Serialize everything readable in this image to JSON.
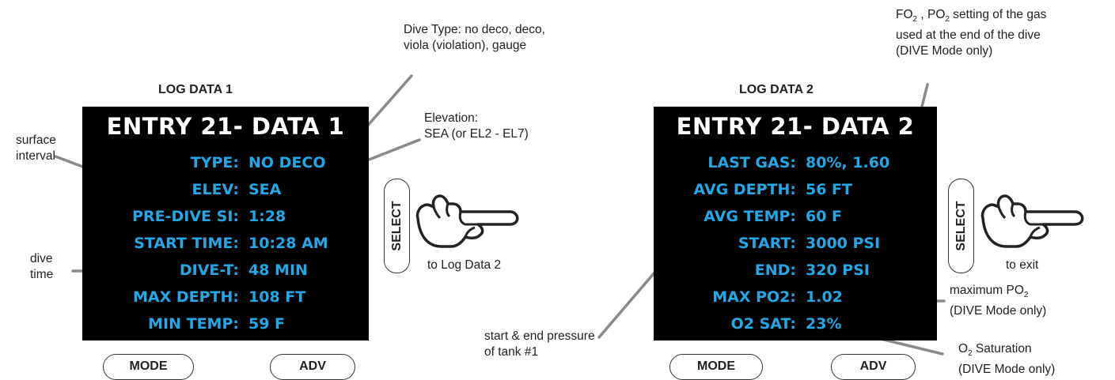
{
  "log1": {
    "title": "LOG DATA 1",
    "screen_title": "ENTRY 21- DATA 1",
    "rows": [
      {
        "label": "TYPE:",
        "value": "NO DECO"
      },
      {
        "label": "ELEV:",
        "value": "SEA"
      },
      {
        "label": "PRE-DIVE SI:",
        "value": "1:28"
      },
      {
        "label": "START TIME:",
        "value": "10:28 AM"
      },
      {
        "label": "DIVE-T:",
        "value": "48 MIN"
      },
      {
        "label": "MAX DEPTH:",
        "value": "108 FT"
      },
      {
        "label": "MIN TEMP:",
        "value": "59 F"
      }
    ],
    "mode_button": "MODE",
    "adv_button": "ADV",
    "select_button": "SELECT",
    "select_caption": "to Log Data 2"
  },
  "log2": {
    "title": "LOG DATA 2",
    "screen_title": "ENTRY 21- DATA 2",
    "rows": [
      {
        "label": "LAST GAS:",
        "value": "80%, 1.60"
      },
      {
        "label": "AVG DEPTH:",
        "value": "56 FT"
      },
      {
        "label": "AVG TEMP:",
        "value": "60 F"
      },
      {
        "label": "START:",
        "value": "3000 PSI"
      },
      {
        "label": "END:",
        "value": "320 PSI"
      },
      {
        "label": "MAX PO2:",
        "value": "1.02"
      },
      {
        "label": "O2 SAT:",
        "value": "23%"
      }
    ],
    "mode_button": "MODE",
    "adv_button": "ADV",
    "select_button": "SELECT",
    "select_caption": "to exit"
  },
  "annotations": {
    "surface_interval": [
      "surface",
      "interval"
    ],
    "dive_time": [
      "dive",
      "time"
    ],
    "dive_type": [
      "Dive Type: no deco, deco,",
      "viola (violation), gauge"
    ],
    "elevation": [
      "Elevation:",
      "SEA (or EL2 - EL7)"
    ],
    "fo2_line1_a": "FO",
    "fo2_line1_sub1": "2",
    "fo2_line1_b": " , PO",
    "fo2_line1_sub2": "2",
    "fo2_line1_c": " setting of the gas",
    "fo2_line2": "used at the end of the dive",
    "fo2_line3": "(DIVE Mode only)",
    "start_end": [
      "start & end pressure",
      "of tank #1"
    ],
    "max_po2_a": "maximum PO",
    "max_po2_sub": "2",
    "max_po2_line2": "(DIVE Mode only)",
    "o2sat_a": "O",
    "o2sat_sub": "2",
    "o2sat_b": " Saturation",
    "o2sat_line2": "(DIVE Mode only)"
  },
  "colors": {
    "screen_bg": "#000000",
    "screen_title": "#ffffff",
    "screen_text": "#22a8e6",
    "leader_line": "#888888"
  },
  "icons": [
    "pointing-hand-icon"
  ]
}
